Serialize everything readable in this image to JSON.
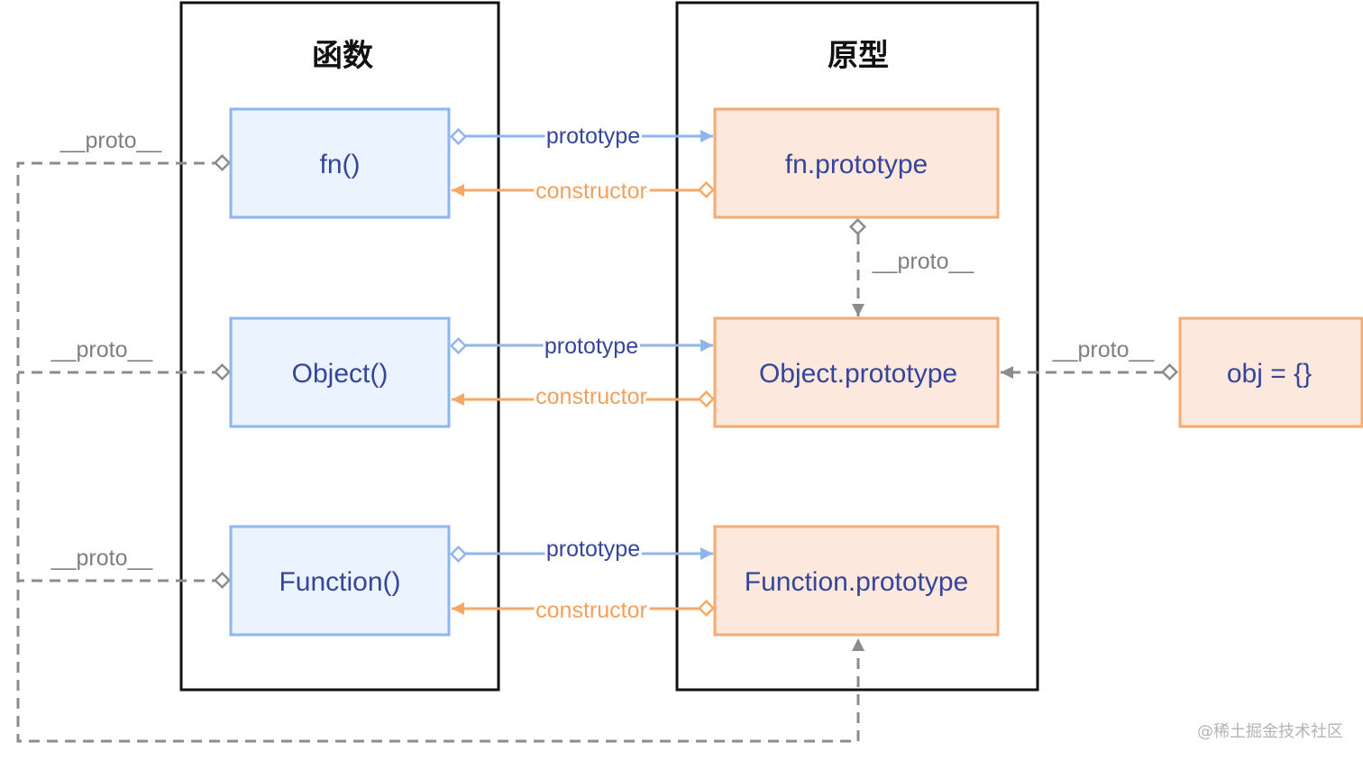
{
  "groups": {
    "functions": {
      "title": "函数"
    },
    "prototypes": {
      "title": "原型"
    }
  },
  "nodes": {
    "fn": "fn()",
    "object": "Object()",
    "function": "Function()",
    "fn_prototype": "fn.prototype",
    "object_prototype": "Object.prototype",
    "function_prototype": "Function.prototype",
    "obj": "obj = {}"
  },
  "edges": {
    "prototype_label": "prototype",
    "constructor_label": "constructor",
    "proto_label": "__proto__"
  },
  "colors": {
    "function_fill": "#eaf3fe",
    "function_stroke": "#8fb5ef",
    "prototype_fill": "#fde8de",
    "prototype_stroke": "#f2ab72",
    "prototype_edge": "#8fb5ef",
    "constructor_edge": "#f6a866",
    "proto_edge": "#8c8c8c",
    "text": "#35459a"
  },
  "watermark": "@稀土掘金技术社区"
}
